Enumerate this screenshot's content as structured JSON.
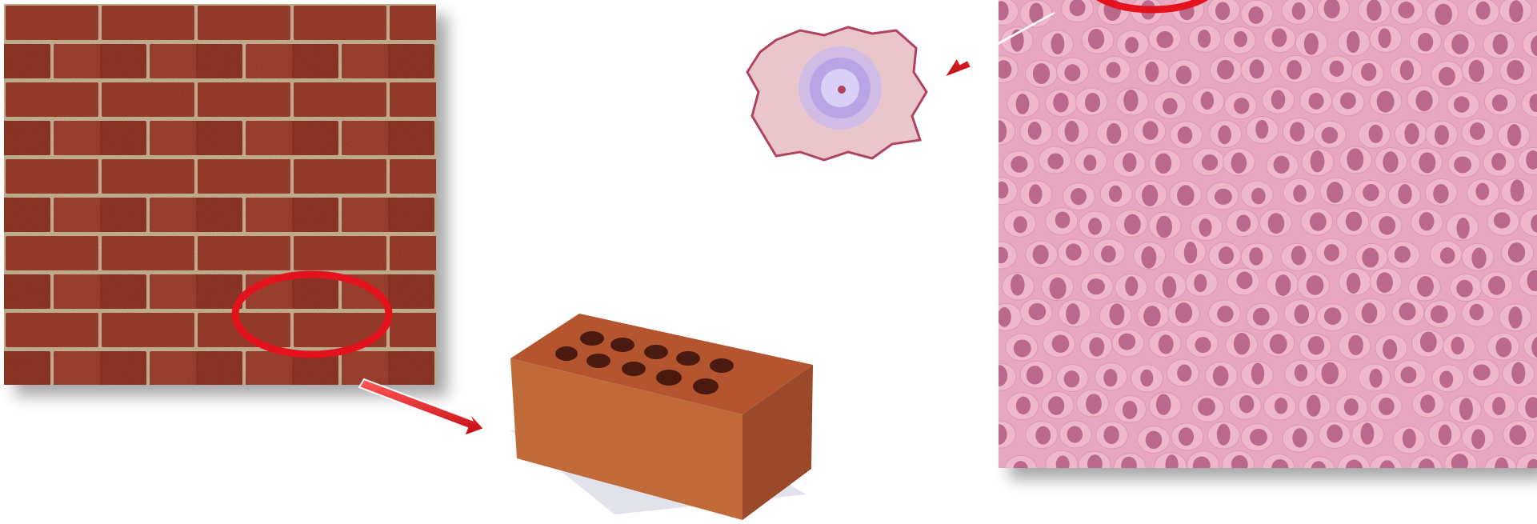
{
  "scene": {
    "panels": [
      {
        "id": "brick-wall-photo",
        "depicts": "brick-wall"
      },
      {
        "id": "brick-photo",
        "depicts": "single-perforated-brick"
      },
      {
        "id": "cell-drawing",
        "depicts": "single-cell-with-nucleus"
      },
      {
        "id": "tissue-photo",
        "depicts": "stained-tissue-micrograph"
      }
    ],
    "icons": [
      "highlight-circle-icon",
      "arrow-right-down-icon",
      "arrow-left-down-icon"
    ],
    "colors": {
      "brick": "#a8432f",
      "mortar": "#d8c2a0",
      "highlight": "#e3121c",
      "tissue_bg": "#e8a7c0",
      "nucleus": "#a94d78",
      "cell_fill": "#e9c6cc",
      "cell_nucleus": "#b9a4e6"
    }
  }
}
